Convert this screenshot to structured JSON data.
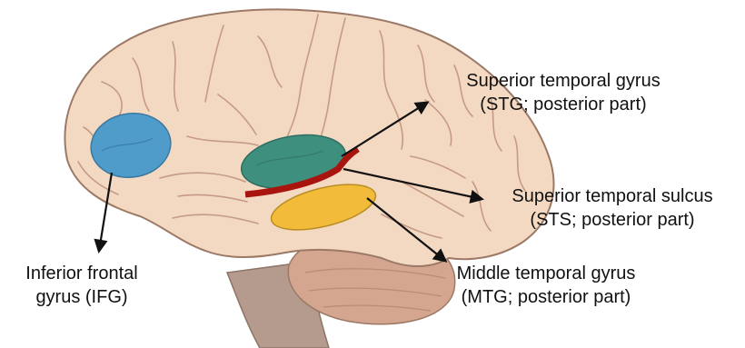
{
  "labels": {
    "stg": {
      "line1": "Superior temporal gyrus",
      "line2": "(STG; posterior part)"
    },
    "sts": {
      "line1": "Superior temporal sulcus",
      "line2": "(STS; posterior part)"
    },
    "ifg": {
      "line1": "Inferior frontal",
      "line2": "gyrus (IFG)"
    },
    "mtg": {
      "line1": "Middle temporal gyrus",
      "line2": "(MTG; posterior part)"
    }
  },
  "colors": {
    "ifg": "#4f9ccb",
    "stg": "#3f8f7e",
    "sts": "#a8140e",
    "mtg": "#f2bc3a",
    "brain": "#f4d9c2",
    "brain_outline": "#9b7966",
    "sulcus": "#c59b85",
    "cerebellum": "#d4a68f",
    "brainstem": "#b59b8e"
  }
}
